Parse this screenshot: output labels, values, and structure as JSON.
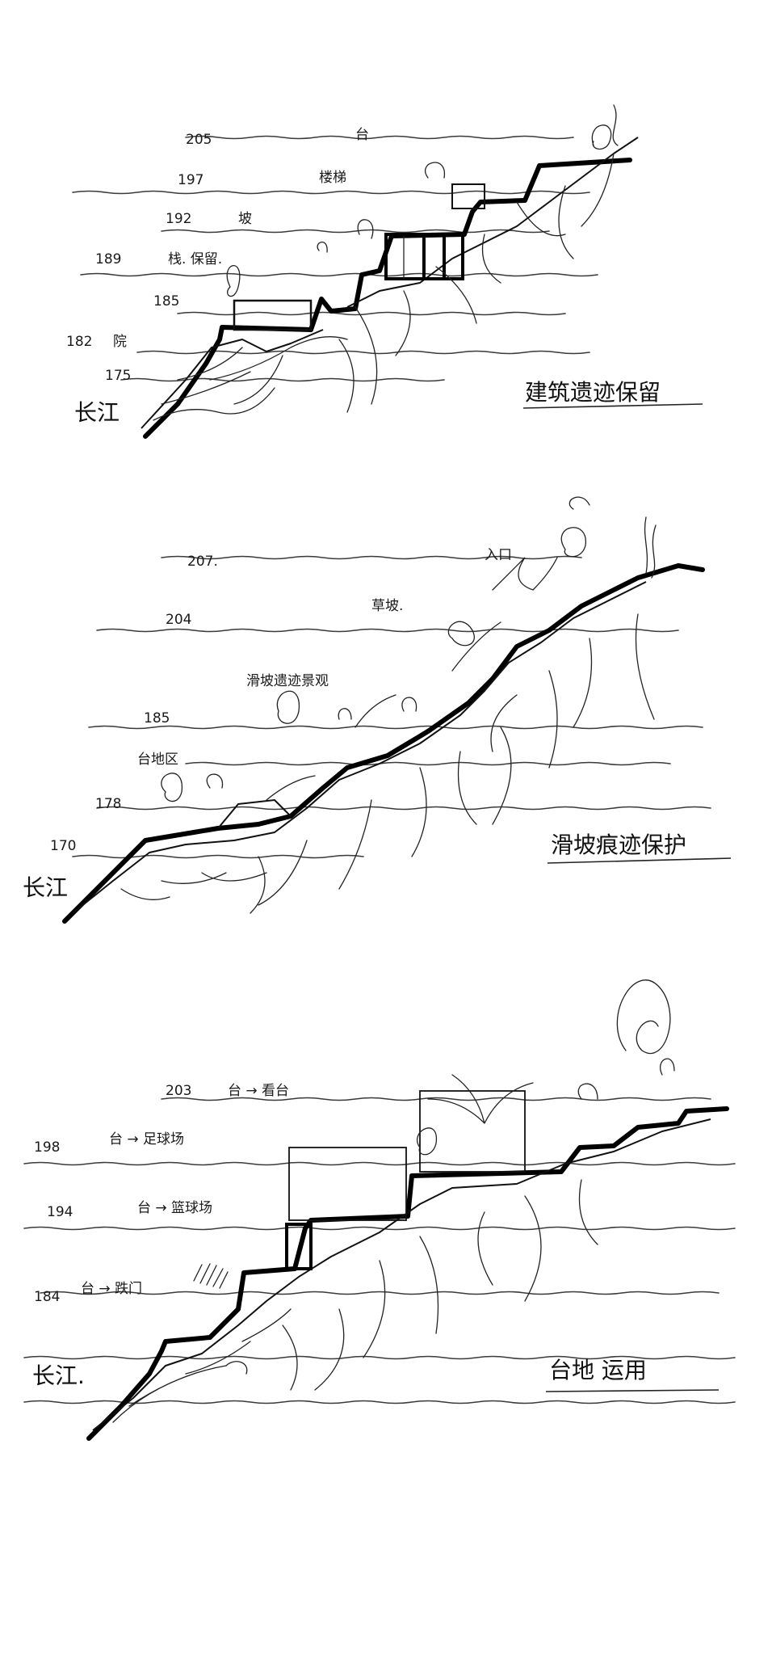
{
  "sections": [
    {
      "title": "建筑遗迹保留",
      "river": "长江",
      "labels": [
        {
          "text": "205",
          "key": "205"
        },
        {
          "text": "台",
          "key": "top"
        },
        {
          "text": "197",
          "key": "197"
        },
        {
          "text": "楼梯",
          "key": "stair"
        },
        {
          "text": "192",
          "key": "192"
        },
        {
          "text": "坡",
          "key": "slope"
        },
        {
          "text": "189",
          "key": "189"
        },
        {
          "text": "栈. 保留.",
          "key": "keep"
        },
        {
          "text": "185",
          "key": "185"
        },
        {
          "text": "182",
          "key": "182"
        },
        {
          "text": "院",
          "key": "yard"
        },
        {
          "text": "175",
          "key": "175"
        }
      ]
    },
    {
      "title": "滑坡痕迹保护",
      "river": "长江",
      "labels": [
        {
          "text": "207.",
          "key": "207"
        },
        {
          "text": "入口",
          "key": "entry"
        },
        {
          "text": "204",
          "key": "204"
        },
        {
          "text": "草坡.",
          "key": "grass"
        },
        {
          "text": "滑坡遗迹景观",
          "key": "relic"
        },
        {
          "text": "185",
          "key": "185"
        },
        {
          "text": "台地区",
          "key": "terrace"
        },
        {
          "text": "178",
          "key": "178"
        },
        {
          "text": "170",
          "key": "170"
        }
      ]
    },
    {
      "title": "台地 运用",
      "river": "长江.",
      "labels": [
        {
          "text": "203",
          "key": "203"
        },
        {
          "text": "台 → 看台",
          "key": "stand"
        },
        {
          "text": "198",
          "key": "198"
        },
        {
          "text": "台 → 足球场",
          "key": "football"
        },
        {
          "text": "194",
          "key": "194"
        },
        {
          "text": "台 → 篮球场",
          "key": "basketball"
        },
        {
          "text": "184",
          "key": "184"
        },
        {
          "text": "台 → 跌门",
          "key": "gate"
        }
      ]
    }
  ]
}
